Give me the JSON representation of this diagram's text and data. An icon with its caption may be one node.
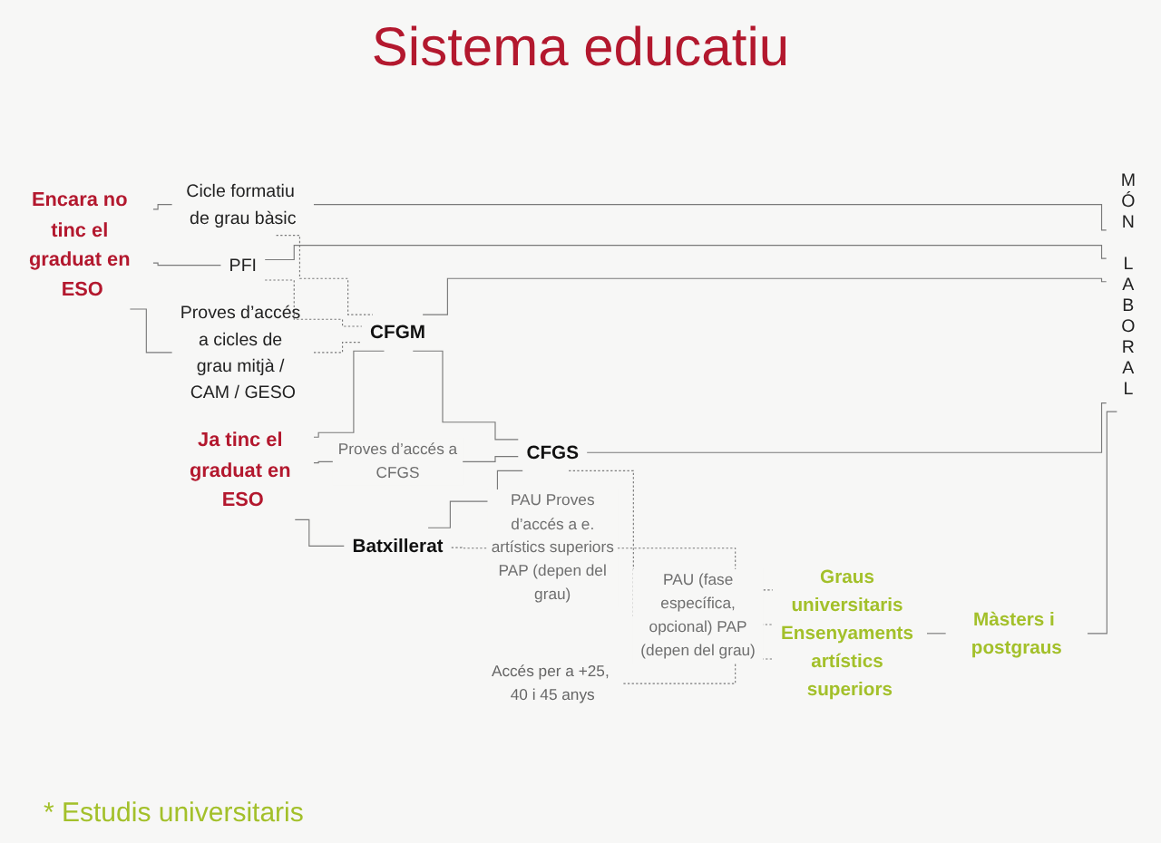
{
  "diagram": {
    "title": "Sistema educatiu",
    "nodes": [
      {
        "text": [
          "Encara no tinc el graduat en ESO"
        ]
      },
      {
        "text": [
          "Cicle formatiu de grau bàsic"
        ]
      },
      {
        "text": [
          "PFI"
        ]
      },
      {
        "text": [
          "Proves d’accés a cicles de grau mitjà / CAM / GESO"
        ]
      },
      {
        "text": [
          "CFGM"
        ]
      },
      {
        "text": [
          "MÓN LABORAL"
        ]
      },
      {
        "text": [
          "Ja tinc el graduat en ESO"
        ]
      },
      {
        "text": [
          "CFGS"
        ]
      },
      {
        "text": [
          "Batxillerat"
        ]
      },
      {
        "text": [
          "Graus universitaris Ensenyaments artístics superiors"
        ]
      },
      {
        "text": [
          "Màsters i postgraus"
        ]
      },
      {
        "text": [
          "Accés per a +25, 40 i 45 anys"
        ]
      }
    ],
    "edges": [
      {
        "from": 0,
        "to": 1,
        "arrow": "none"
      },
      {
        "from": 0,
        "to": 2,
        "arrow": "none"
      },
      {
        "from": 0,
        "to": 3,
        "arrow": "none"
      },
      {
        "from": 1,
        "to": 4,
        "arrow": "none",
        "style": "dashed"
      },
      {
        "from": 2,
        "to": 4,
        "arrow": "none",
        "style": "dashed"
      },
      {
        "from": 1,
        "to": 5,
        "arrow": "none"
      },
      {
        "from": 2,
        "to": 5,
        "arrow": "none"
      },
      {
        "from": 3,
        "to": 4,
        "arrow": "none",
        "style": "dashed"
      },
      {
        "from": 4,
        "to": 5,
        "arrow": "none"
      },
      {
        "from": 4,
        "to": 7,
        "arrow": "none"
      },
      {
        "from": 6,
        "to": 4,
        "arrow": "none"
      },
      {
        "from": 6,
        "to": 7,
        "arrow": "none",
        "label": "Proves d’accés a CFGS"
      },
      {
        "from": 6,
        "to": 8,
        "arrow": "none"
      },
      {
        "from": 8,
        "to": 7,
        "arrow": "none"
      },
      {
        "from": 7,
        "to": 5,
        "arrow": "none"
      },
      {
        "from": 8,
        "to": 9,
        "arrow": "none",
        "style": "dashed",
        "label": "PAU Proves d’accés a e. artístics superiors PAP (depen del grau)"
      },
      {
        "from": 7,
        "to": 9,
        "arrow": "none",
        "style": "dashed",
        "label": "PAU (fase específica, opcional) PAP (depen del grau)"
      },
      {
        "from": 11,
        "to": 9,
        "arrow": "none",
        "style": "dashed"
      },
      {
        "from": 9,
        "to": 10,
        "arrow": "none"
      },
      {
        "from": 10,
        "to": 5,
        "arrow": "none"
      }
    ],
    "labels": [
      "* Estudis universitaris"
    ]
  }
}
